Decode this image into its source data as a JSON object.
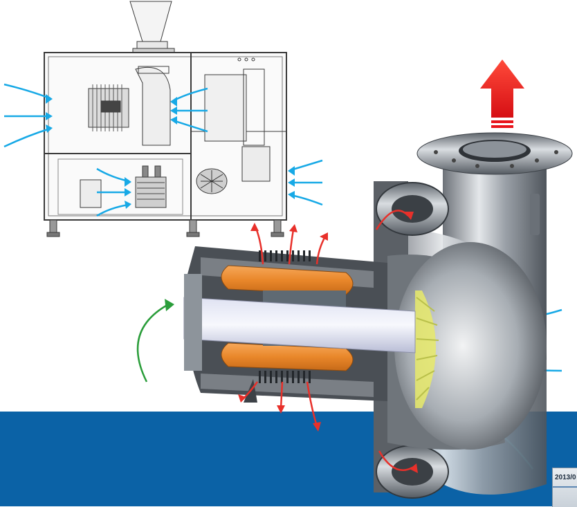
{
  "image": {
    "background_color": "#ffffff",
    "band_color": "#0b62a6",
    "description_elements": [
      "machine-schematic",
      "blower-cutaway",
      "airflow-arrows"
    ]
  },
  "colors": {
    "cooling_air_arrow": "#17a9e6",
    "heat_exhaust_arrow": "#e8302a",
    "outlet_arrow": "#e8141b",
    "shaft_air_arrow": "#2a9d3a",
    "coil_orange": "#f0902f",
    "steel": "#b7bcc2"
  },
  "corner_stamp": {
    "text": "2013/0"
  }
}
